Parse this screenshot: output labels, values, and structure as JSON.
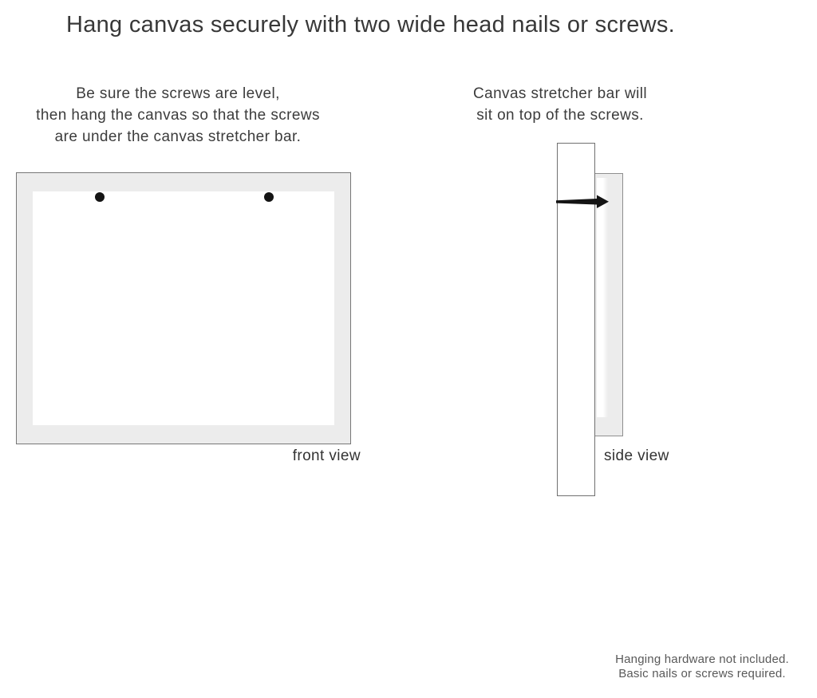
{
  "title": "Hang canvas securely with two wide head nails or screws.",
  "instructions_left": {
    "lines": [
      "Be sure the screws are level,",
      "then hang the canvas so that the screws",
      "are under the canvas stretcher bar."
    ]
  },
  "instructions_right": {
    "lines": [
      "Canvas stretcher bar will",
      "sit on top of the screws."
    ]
  },
  "front_view": {
    "label": "front view",
    "nail_count": 2
  },
  "side_view": {
    "label": "side view"
  },
  "footnote": {
    "lines": [
      "Hanging hardware not included.",
      "Basic nails or screws required."
    ]
  },
  "colors": {
    "outline": "#767676",
    "canvas_frame": "#ececec",
    "nail": "#141414",
    "text": "#3c3c3c",
    "muted_text": "#595959",
    "background": "#ffffff"
  }
}
